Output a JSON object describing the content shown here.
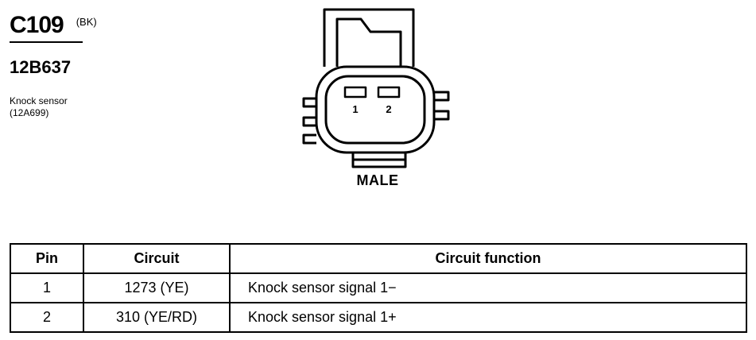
{
  "header": {
    "connector_id": "C109",
    "color_code": "(BK)",
    "part_number": "12B637",
    "component_name": "Knock sensor",
    "component_part": "(12A699)"
  },
  "diagram": {
    "pin_labels": [
      "1",
      "2"
    ],
    "gender": "MALE"
  },
  "table": {
    "headers": {
      "pin": "Pin",
      "circuit": "Circuit",
      "function": "Circuit function"
    },
    "rows": [
      {
        "pin": "1",
        "circuit": "1273 (YE)",
        "function": "Knock sensor  signal 1−"
      },
      {
        "pin": "2",
        "circuit": "310 (YE/RD)",
        "function": "Knock sensor  signal 1+"
      }
    ]
  }
}
